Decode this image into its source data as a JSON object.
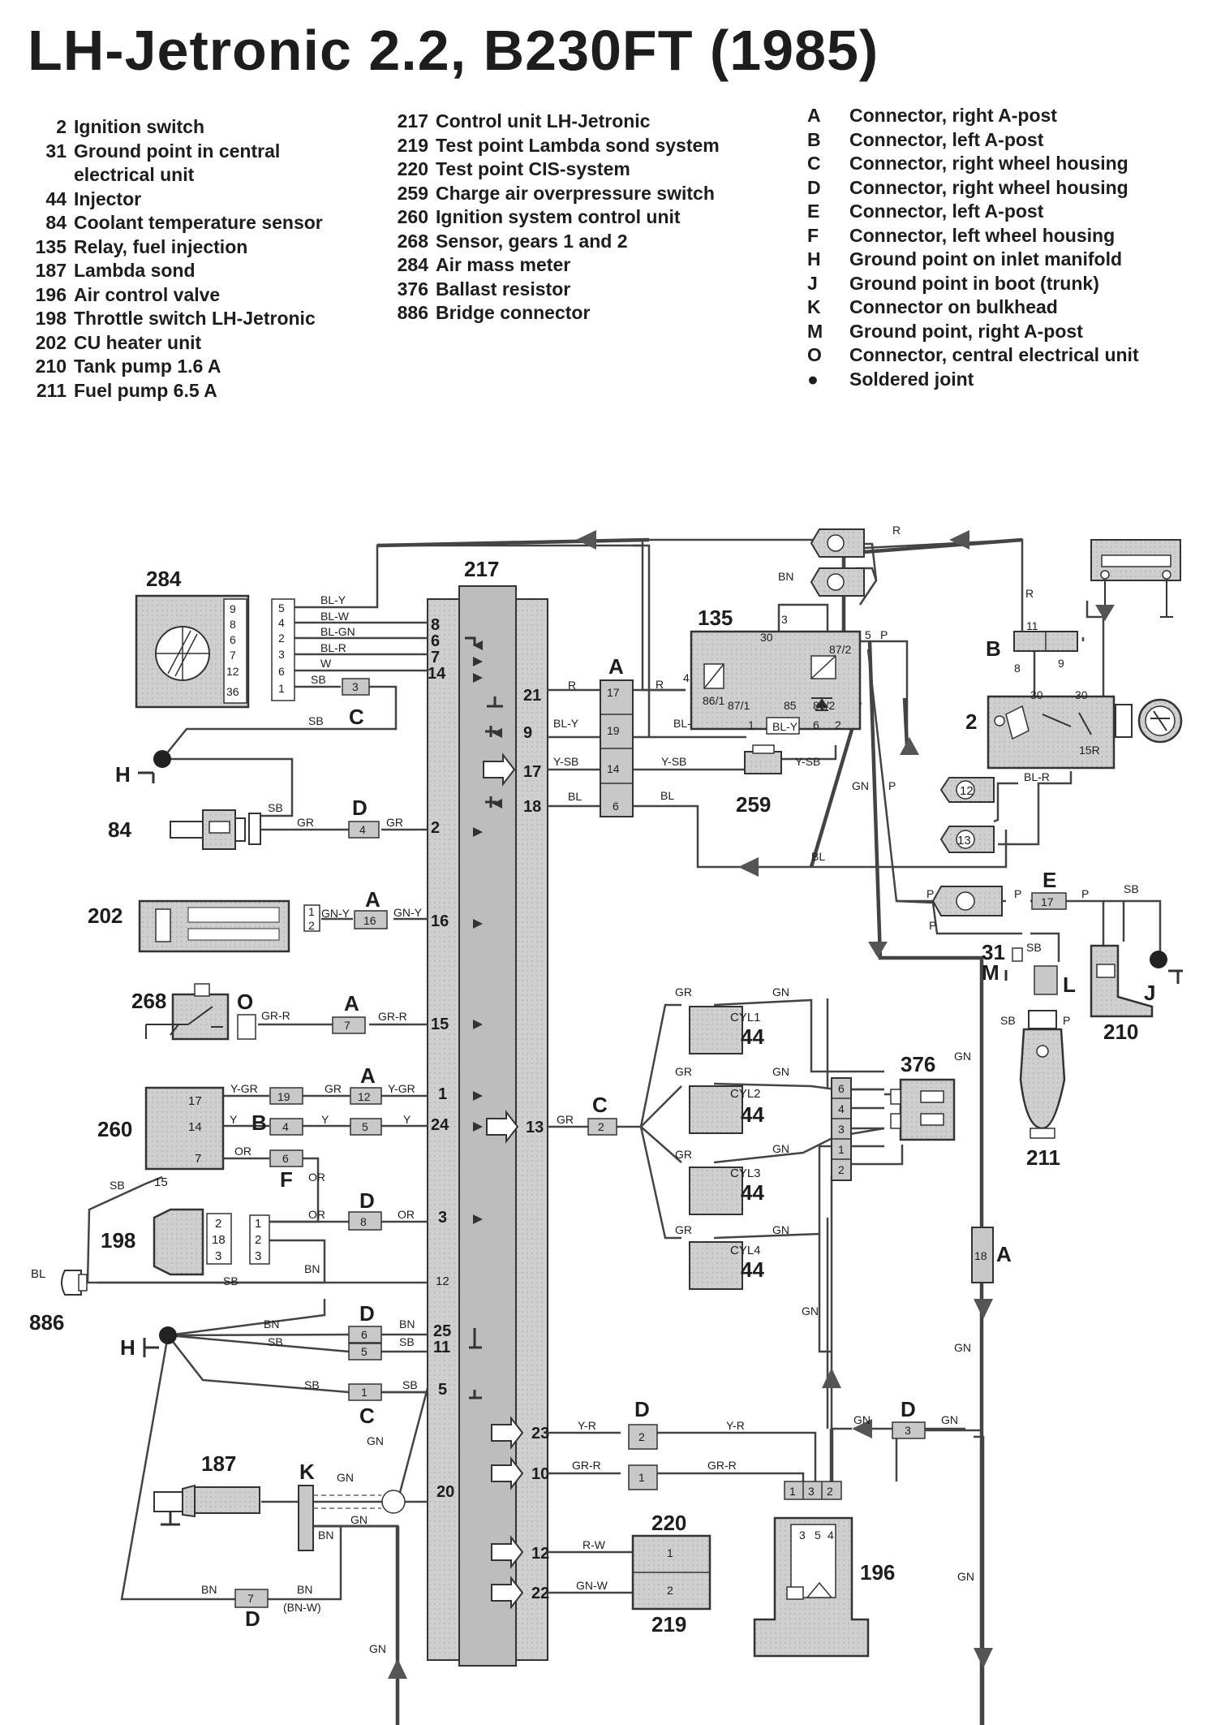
{
  "title": "LH-Jetronic 2.2, B230FT (1985)",
  "legend_col1": [
    {
      "code": "2",
      "text": "Ignition switch"
    },
    {
      "code": "31",
      "text": "Ground point in central",
      "cont": "electrical unit"
    },
    {
      "code": "44",
      "text": "Injector"
    },
    {
      "code": "84",
      "text": "Coolant temperature sensor"
    },
    {
      "code": "135",
      "text": "Relay, fuel injection"
    },
    {
      "code": "187",
      "text": "Lambda sond"
    },
    {
      "code": "196",
      "text": "Air control valve"
    },
    {
      "code": "198",
      "text": "Throttle switch LH-Jetronic"
    },
    {
      "code": "202",
      "text": "CU heater unit"
    },
    {
      "code": "210",
      "text": "Tank pump 1.6 A"
    },
    {
      "code": "211",
      "text": "Fuel pump 6.5 A"
    }
  ],
  "legend_col2": [
    {
      "code": "217",
      "text": "Control unit LH-Jetronic"
    },
    {
      "code": "219",
      "text": "Test point Lambda sond system"
    },
    {
      "code": "220",
      "text": "Test point CIS-system"
    },
    {
      "code": "259",
      "text": "Charge air overpressure switch"
    },
    {
      "code": "260",
      "text": "Ignition system control unit"
    },
    {
      "code": "268",
      "text": "Sensor, gears 1 and 2"
    },
    {
      "code": "284",
      "text": "Air mass meter"
    },
    {
      "code": "376",
      "text": "Ballast resistor"
    },
    {
      "code": "886",
      "text": "Bridge connector"
    }
  ],
  "legend_col3": [
    {
      "code": "A",
      "text": "Connector, right A-post"
    },
    {
      "code": "B",
      "text": "Connector, left A-post"
    },
    {
      "code": "C",
      "text": "Connector, right wheel housing"
    },
    {
      "code": "D",
      "text": "Connector, right wheel housing"
    },
    {
      "code": "E",
      "text": "Connector, left A-post"
    },
    {
      "code": "F",
      "text": "Connector, left wheel housing"
    },
    {
      "code": "H",
      "text": "Ground point on inlet manifold"
    },
    {
      "code": "J",
      "text": "Ground point in boot (trunk)"
    },
    {
      "code": "K",
      "text": "Connector on bulkhead"
    },
    {
      "code": "M",
      "text": "Ground point, right A-post"
    },
    {
      "code": "O",
      "text": "Connector, central electrical unit"
    },
    {
      "code": "●",
      "text": "Soldered joint"
    }
  ],
  "components": {
    "c217": "217",
    "c284": "284",
    "c84": "84",
    "c202": "202",
    "c268": "268",
    "c260": "260",
    "c198": "198",
    "c886": "886",
    "c187": "187",
    "c135": "135",
    "c259": "259",
    "c2": "2",
    "c376": "376",
    "c210": "210",
    "c211": "211",
    "c31": "31",
    "c220": "220",
    "c219": "219",
    "c196": "196",
    "c44": "44"
  },
  "connectors": {
    "A": "A",
    "B": "B",
    "C": "C",
    "D": "D",
    "E": "E",
    "F": "F",
    "H": "H",
    "J": "J",
    "K": "K",
    "L": "L",
    "M": "M",
    "O": "O"
  },
  "cylinders": [
    "CYL1",
    "CYL2",
    "CYL3",
    "CYL4"
  ],
  "cu_pins": [
    "8",
    "6",
    "7",
    "14",
    "21",
    "9",
    "17",
    "18",
    "2",
    "16",
    "15",
    "1",
    "24",
    "13",
    "3",
    "12",
    "25",
    "11",
    "5",
    "23",
    "10",
    "20",
    "12",
    "22"
  ],
  "wire_colors": {
    "BLY": "BL-Y",
    "BLW": "BL-W",
    "BLGN": "BL-GN",
    "BLR": "BL-R",
    "W": "W",
    "SB": "SB",
    "GR": "GR",
    "GNY": "GN-Y",
    "GRR": "GR-R",
    "YGR": "Y-GR",
    "Y": "Y",
    "OR": "OR",
    "BN": "BN",
    "BL": "BL",
    "GN": "GN",
    "R": "R",
    "YSB": "Y-SB",
    "P": "P",
    "YR": "Y-R",
    "RW": "R-W",
    "GNW": "GN-W",
    "BNW": "(BN-W)"
  },
  "terminals_135": [
    "3",
    "30",
    "5",
    "87/2",
    "4",
    "86/1",
    "87/1",
    "85",
    "86/2",
    "1",
    "6",
    "2"
  ],
  "terminals_2": [
    "11",
    "8",
    "9",
    "30",
    "15R"
  ],
  "connector_pins": {
    "A17": "17",
    "A19": "19",
    "A14": "14",
    "A6": "6",
    "C3": "3",
    "D4": "4",
    "A16": "16",
    "O": "7",
    "B19": "19",
    "B4": "4",
    "A12": "12",
    "A5": "5",
    "F6": "6",
    "D8": "8",
    "D6": "6",
    "D5": "5",
    "C1": "1",
    "D2": "2",
    "D1": "1",
    "D7": "7",
    "C2": "2",
    "E17": "17",
    "A18": "18",
    "D3": "3",
    "p376_6": "6",
    "p376_4": "4",
    "p376_3": "3",
    "p376_1": "1",
    "p376_2": "2",
    "p196_1": "1",
    "p196_3": "3",
    "p196_2": "2",
    "p196_35": "3",
    "p196_5": "5",
    "p196_4": "4",
    "p220_1": "1",
    "p220_2": "2",
    "p284_9": "9",
    "p284_8": "8",
    "p284_6": "6",
    "p284_7": "7",
    "p284_12": "12",
    "p284_36": "36",
    "q284_5": "5",
    "q284_4": "4",
    "q284_2": "2",
    "q284_3": "3",
    "q284_6": "6",
    "q284_1": "1",
    "p260_17": "17",
    "p260_14": "14",
    "p260_7": "7",
    "p260_15": "15",
    "p198_2": "2",
    "p198_18": "18",
    "p198_3": "3",
    "q198_1": "1",
    "q198_2": "2",
    "q198_3": "3",
    "p202_1": "1",
    "p202_2": "2"
  }
}
